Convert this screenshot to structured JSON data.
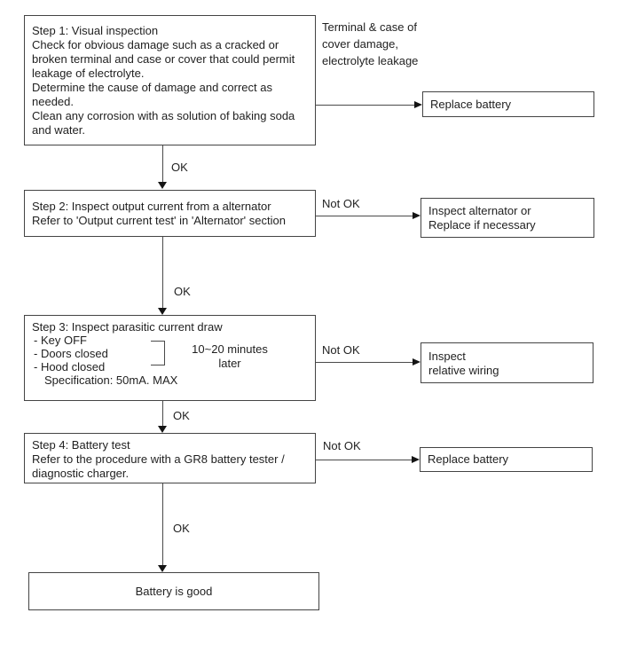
{
  "labels": {
    "ok": "OK",
    "not_ok": "Not OK"
  },
  "annotation": {
    "lines": [
      "Terminal & case of",
      "cover damage,",
      "electrolyte leakage"
    ]
  },
  "steps": {
    "step1": {
      "lines": [
        "Step 1: Visual inspection",
        "Check for obvious damage such as a cracked or",
        "broken terminal and case or cover that could permit",
        "leakage of electrolyte.",
        "Determine the cause of damage and correct as",
        "needed.",
        "Clean any corrosion with as solution of baking soda",
        "and water."
      ]
    },
    "step2": {
      "lines": [
        "Step 2: Inspect output current from a alternator",
        "Refer to 'Output current test' in 'Alternator' section"
      ]
    },
    "step3": {
      "title": "Step 3: Inspect parasitic current draw",
      "items": [
        "- Key OFF",
        "- Doors closed",
        "- Hood closed"
      ],
      "timing_note": {
        "lines": [
          "10~20 minutes",
          "later"
        ]
      },
      "spec": "Specification: 50mA. MAX"
    },
    "step4": {
      "lines": [
        "Step 4: Battery test",
        "Refer to the procedure with a GR8 battery tester /",
        "diagnostic charger."
      ]
    }
  },
  "outcomes": {
    "replace_battery_1": {
      "label": "Replace battery"
    },
    "inspect_alternator": {
      "lines": [
        "Inspect alternator or",
        "Replace if necessary"
      ]
    },
    "inspect_wiring": {
      "lines": [
        "Inspect",
        "relative wiring"
      ]
    },
    "replace_battery_2": {
      "label": "Replace battery"
    }
  },
  "result": {
    "label": "Battery is good"
  },
  "colors": {
    "background": "#ffffff",
    "box_border": "#444444",
    "connector_line": "#4a4a4a",
    "arrowhead": "#141414",
    "text": "#1f1f1f"
  }
}
